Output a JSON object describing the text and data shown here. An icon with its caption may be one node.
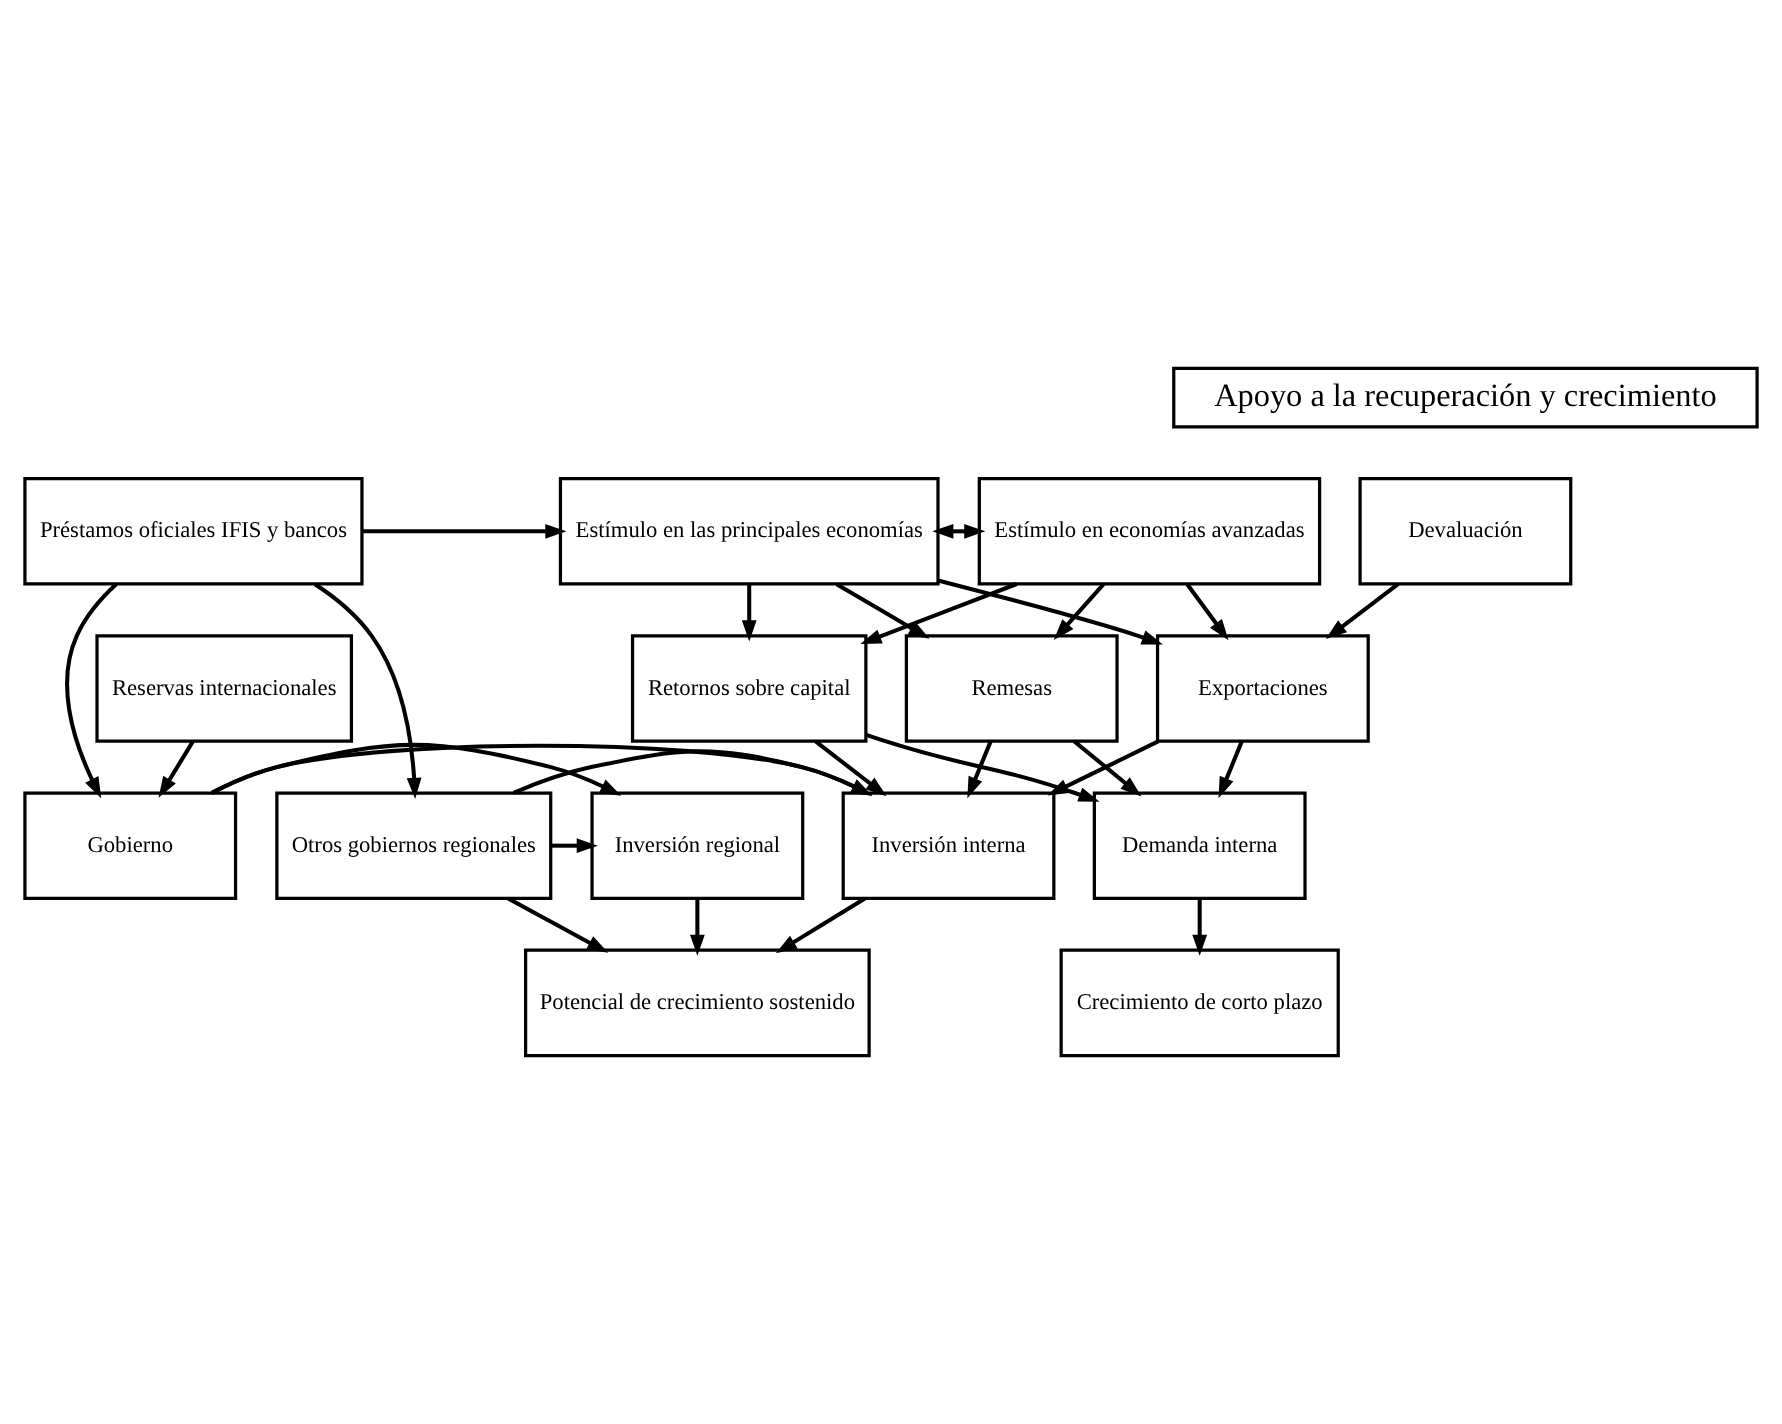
{
  "diagram": {
    "nodes": [
      {
        "text": [
          "Apoyo a la recuperación y crecimiento"
        ]
      },
      {
        "text": [
          "Devaluación"
        ]
      },
      {
        "text": [
          "Estímulo en economías avanzadas"
        ]
      },
      {
        "text": [
          "Estímulo en las principales economías"
        ]
      },
      {
        "text": [
          "Reservas internacionales"
        ]
      },
      {
        "text": [
          "Préstamos oficiales IFIS y bancos"
        ]
      },
      {
        "text": [
          "Exportaciones"
        ]
      },
      {
        "text": [
          "Remesas"
        ]
      },
      {
        "text": [
          "Retornos sobre capital"
        ]
      },
      {
        "text": [
          "Gobierno"
        ]
      },
      {
        "text": [
          "Otros gobiernos regionales"
        ]
      },
      {
        "text": [
          "Demanda interna"
        ]
      },
      {
        "text": [
          "Inversión interna"
        ]
      },
      {
        "text": [
          "Inversión regional"
        ]
      },
      {
        "text": [
          "Crecimiento de corto plazo"
        ]
      },
      {
        "text": [
          "Potencial de crecimiento sostenido"
        ]
      }
    ],
    "edges": [
      {
        "from": 1,
        "to": 6,
        "arrow": "to"
      },
      {
        "from": 2,
        "to": 3,
        "arrow": "both"
      },
      {
        "from": 5,
        "to": 3,
        "arrow": "to"
      },
      {
        "from": 2,
        "to": 6,
        "arrow": "to"
      },
      {
        "from": 2,
        "to": 7,
        "arrow": "to"
      },
      {
        "from": 2,
        "to": 8,
        "arrow": "to"
      },
      {
        "from": 3,
        "to": 6,
        "arrow": "to"
      },
      {
        "from": 3,
        "to": 7,
        "arrow": "to"
      },
      {
        "from": 3,
        "to": 8,
        "arrow": "to"
      },
      {
        "from": 4,
        "to": 9,
        "arrow": "to"
      },
      {
        "from": 5,
        "to": 9,
        "arrow": "to"
      },
      {
        "from": 5,
        "to": 10,
        "arrow": "to"
      },
      {
        "from": 6,
        "to": 11,
        "arrow": "to"
      },
      {
        "from": 7,
        "to": 11,
        "arrow": "to"
      },
      {
        "from": 8,
        "to": 11,
        "arrow": "to"
      },
      {
        "from": 6,
        "to": 12,
        "arrow": "to"
      },
      {
        "from": 7,
        "to": 12,
        "arrow": "to"
      },
      {
        "from": 8,
        "to": 12,
        "arrow": "to"
      },
      {
        "from": 9,
        "to": 12,
        "arrow": "to"
      },
      {
        "from": 9,
        "to": 13,
        "arrow": "to"
      },
      {
        "from": 10,
        "to": 12,
        "arrow": "to"
      },
      {
        "from": 10,
        "to": 13,
        "arrow": "to"
      },
      {
        "from": 11,
        "to": 14,
        "arrow": "to"
      },
      {
        "from": 12,
        "to": 15,
        "arrow": "to"
      },
      {
        "from": 13,
        "to": 15,
        "arrow": "to"
      },
      {
        "from": 10,
        "to": 15,
        "arrow": "to"
      }
    ]
  }
}
